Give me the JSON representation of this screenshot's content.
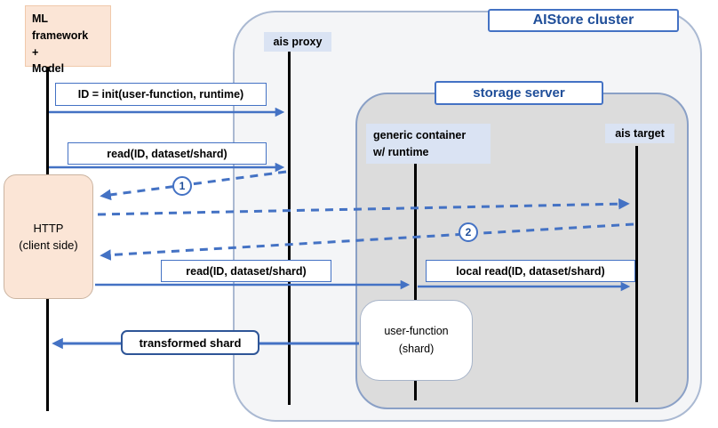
{
  "diagram": {
    "cluster_title": "AIStore cluster",
    "storage_server_title": "storage server"
  },
  "actors": {
    "ml_framework": {
      "line1": "ML framework",
      "line2": "+",
      "line3": "Model"
    },
    "http_client": {
      "line1": "HTTP",
      "line2": "(client side)"
    },
    "ais_proxy": {
      "label": "ais proxy"
    },
    "generic_container": {
      "line1": "generic container",
      "line2": "w/ runtime"
    },
    "ais_target": {
      "label": "ais target"
    }
  },
  "messages": {
    "init": {
      "label": "ID = init(user-function, runtime)"
    },
    "read_to_proxy": {
      "label": "read(ID, dataset/shard)"
    },
    "read_to_container": {
      "label": "read(ID, dataset/shard)"
    },
    "local_read": {
      "label": "local read(ID, dataset/shard)"
    },
    "transformed_shard": {
      "label": "transformed shard"
    },
    "user_function": {
      "line1": "user-function",
      "line2": "(shard)"
    },
    "step_1": "1",
    "step_2": "2"
  },
  "colors": {
    "arrow_blue": "#4472c4",
    "title_blue": "#1f4e99",
    "actor_fill_peach": "#fbe5d6",
    "actor_fill_blue": "#dae3f3",
    "cluster_fill": "#f4f5f7",
    "storage_server_fill": "#dcdcdc",
    "lifeline_black": "#000000"
  }
}
